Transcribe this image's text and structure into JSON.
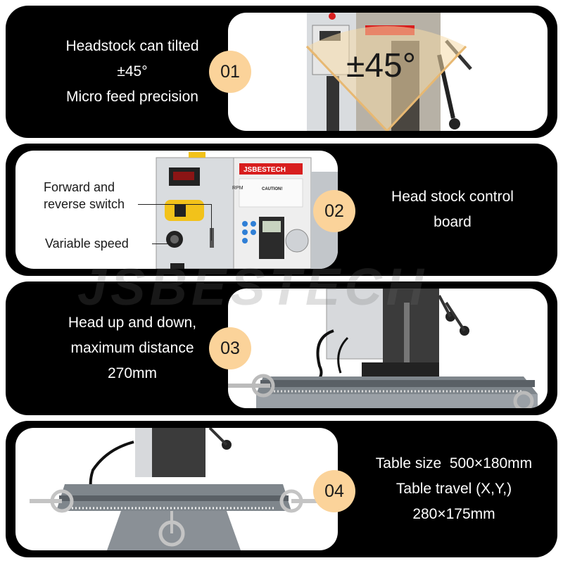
{
  "brand": "JSBESTECH",
  "watermark": "JSBESTECH",
  "colors": {
    "panel": "#000000",
    "badge": "#fbd39a",
    "machine_gray": "#9aa0a6",
    "machine_dark": "#2b2b2b",
    "accent_red": "#d81e1e",
    "accent_yellow": "#f2c21a"
  },
  "panels": [
    {
      "number": "01",
      "caption": [
        "Headstock can tilted",
        "±45°",
        "Micro feed precision"
      ],
      "overlay_text": "±45°"
    },
    {
      "number": "02",
      "caption": [
        "Head stock control",
        "board"
      ],
      "callouts": {
        "forward_reverse": [
          "Forward and",
          "reverse switch"
        ],
        "variable_speed": "Variable speed"
      },
      "label_caution": "CAUTION!",
      "label_rpm": "RPM"
    },
    {
      "number": "03",
      "caption": [
        "Head up and down,",
        "maximum distance",
        "270mm"
      ]
    },
    {
      "number": "04",
      "caption": [
        "Table size  500×180mm",
        "Table travel (X,Y,)",
        "280×175mm"
      ]
    }
  ]
}
